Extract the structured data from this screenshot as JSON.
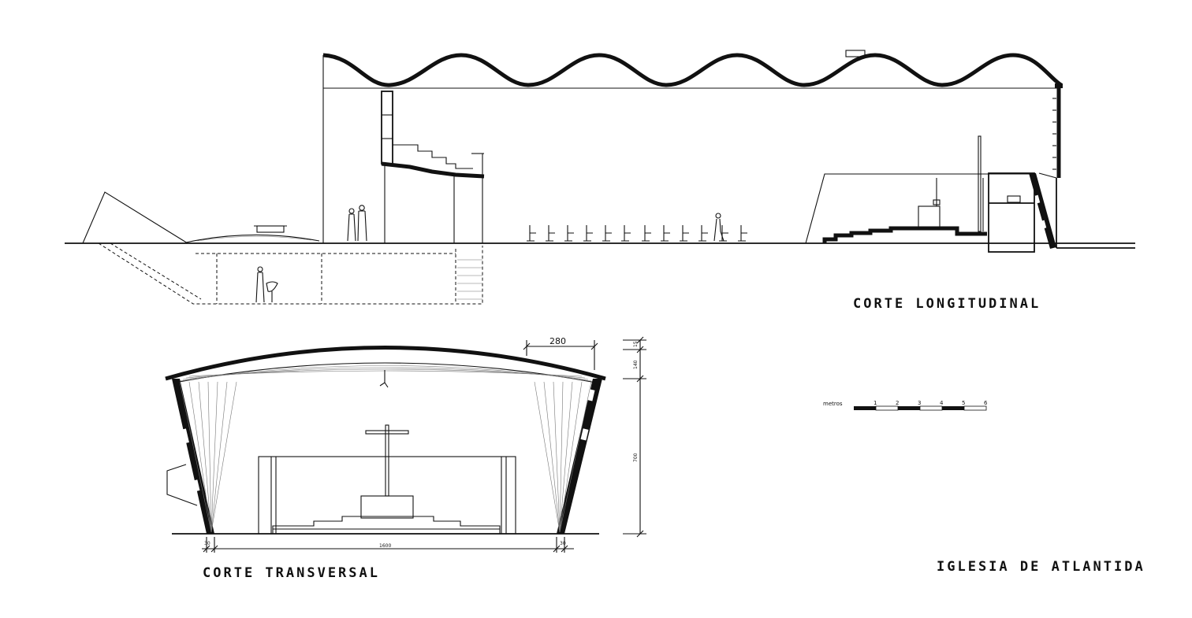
{
  "titles": {
    "longitudinal": "CORTE LONGITUDINAL",
    "transversal": "CORTE TRANSVERSAL",
    "building": "IGLESIA DE ATLANTIDA"
  },
  "scale_bar": {
    "unit": "metros",
    "ticks": [
      "1",
      "2",
      "3",
      "4",
      "5",
      "6"
    ]
  },
  "dimensions": {
    "vault_rise_label": "280",
    "top_thickness": "15",
    "arch_height": "140",
    "wall_height": "700",
    "span_width": "1600",
    "wall_left": "30",
    "wall_right": "30"
  }
}
